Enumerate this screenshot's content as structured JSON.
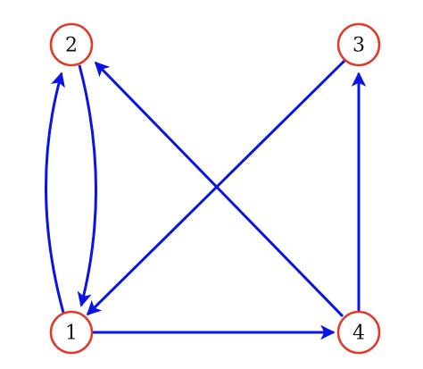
{
  "diagram": {
    "type": "directed-graph",
    "colors": {
      "node_stroke": "#e03a2a",
      "node_fill": "#ffffff",
      "edge": "#0a14e6",
      "label": "#111111"
    },
    "nodes": [
      {
        "id": "1",
        "label": "1"
      },
      {
        "id": "2",
        "label": "2"
      },
      {
        "id": "3",
        "label": "3"
      },
      {
        "id": "4",
        "label": "4"
      }
    ],
    "edges": [
      {
        "from": "1",
        "to": "2"
      },
      {
        "from": "2",
        "to": "1"
      },
      {
        "from": "1",
        "to": "4"
      },
      {
        "from": "3",
        "to": "1"
      },
      {
        "from": "4",
        "to": "2"
      },
      {
        "from": "4",
        "to": "3"
      }
    ]
  }
}
